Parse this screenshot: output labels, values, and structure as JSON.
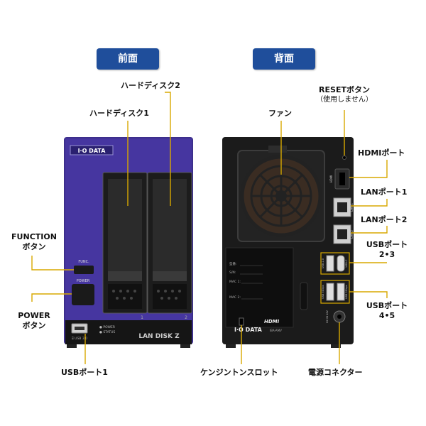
{
  "headers": {
    "front": "前面",
    "back": "背面"
  },
  "front_device": {
    "brand": "I·O DATA",
    "model": "LAN DISK Z",
    "func_button": "FUNC.",
    "power_button": "POWER",
    "led_power": "● POWER",
    "led_status": "● STATUS",
    "usb_label": "⌹ USB 3.0",
    "bay1": "1",
    "bay2": "2"
  },
  "back_device": {
    "hdmi_label": "HDMI",
    "lan1_label": "LAN 1",
    "lan2_label": "LAN 2",
    "usb20_label": "USB 2.0",
    "usbc_label": "USB-C",
    "usb5g_label": "USB 5Gbps",
    "dc_label": "DC IN 12V",
    "sticker": {
      "model_field": "型番:",
      "sn_field": "S/N:",
      "mac1_field": "MAC 1:",
      "mac2_field": "MAC 2:",
      "hdmi_logo": "HDMI",
      "brand": "I·O DATA",
      "code": "IBA-AMV"
    }
  },
  "callouts": {
    "hdd2": "ハードディスク2",
    "hdd1": "ハードディスク1",
    "function_l1": "FUNCTION",
    "function_l2": "ボタン",
    "power_l1": "POWER",
    "power_l2": "ボタン",
    "usb1": "USBポート1",
    "fan": "ファン",
    "reset_l1": "RESETボタン",
    "reset_l2": "（使用しません）",
    "hdmi": "HDMIポート",
    "lan1": "LANポート1",
    "lan2": "LANポート2",
    "usb23_l1": "USBポート",
    "usb23_l2": "2•3",
    "usb45_l1": "USBポート",
    "usb45_l2": "4•5",
    "kensington": "ケンジントンスロット",
    "power_conn": "電源コネクター"
  },
  "colors": {
    "badge": "#1f4e9b",
    "front_body": "#3d2f8c",
    "callout_line": "#d8a800",
    "back_body": "#1b1b1b"
  }
}
